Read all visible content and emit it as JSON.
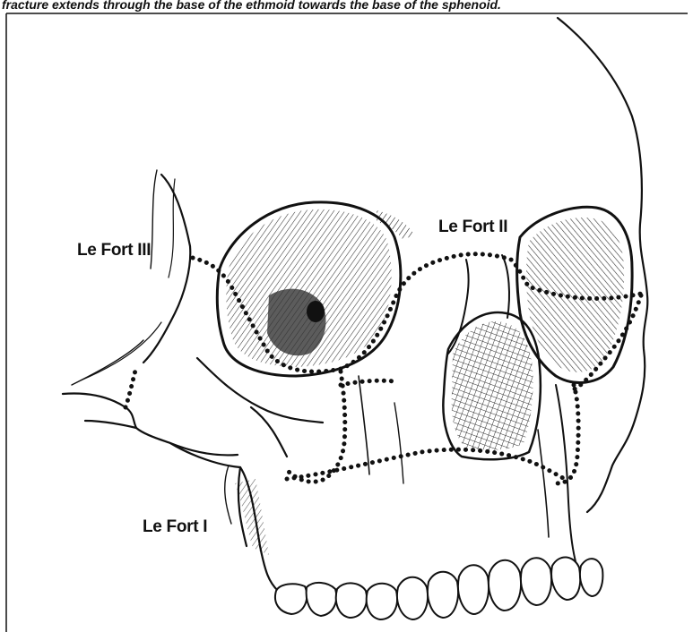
{
  "caption": "fracture extends through the base of the ethmoid towards the base of the sphenoid.",
  "labels": {
    "le_fort_iii": "Le Fort III",
    "le_fort_ii": "Le Fort II",
    "le_fort_i": "Le Fort I"
  },
  "colors": {
    "ink": "#111111",
    "background": "#ffffff"
  }
}
